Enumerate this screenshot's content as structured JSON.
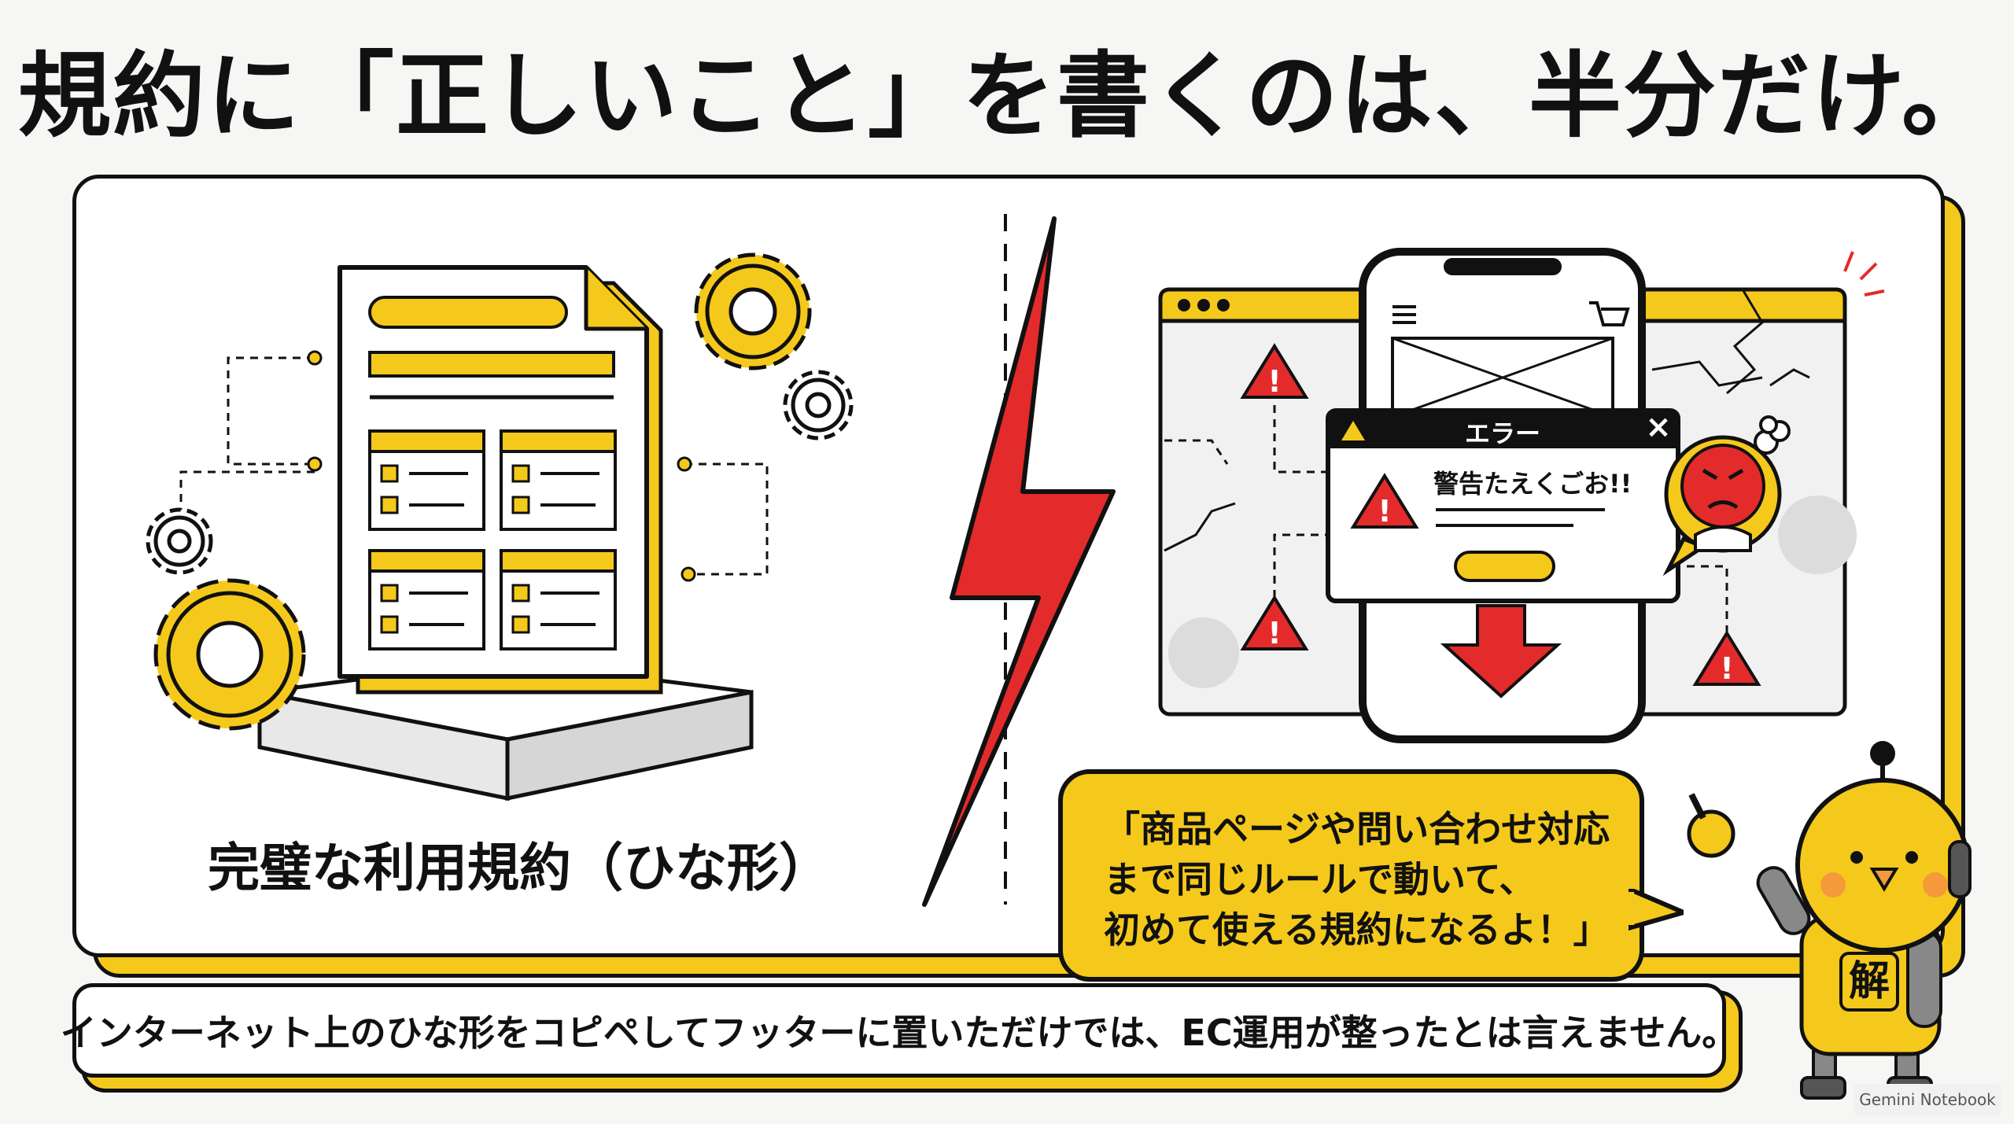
{
  "title": "規約に「正しいこと」を書くのは、半分だけ。",
  "left": {
    "caption": "完璧な利用規約（ひな形）"
  },
  "right": {
    "error_dialog": {
      "title": "エラー",
      "message": "警告たえくごお!!",
      "close": "×"
    }
  },
  "bubble": {
    "lines": [
      "「商品ページや問い合わせ対応",
      "まで同じルールで動いて、",
      "初めて使える規約になるよ！」"
    ]
  },
  "mascot": {
    "badge": "解"
  },
  "bottom_text": "インターネット上のひな形をコピペしてフッターに置いただけでは、EC運用が整ったとは言えません。",
  "watermark": "Gemini Notebook",
  "colors": {
    "accent": "#f5c91c",
    "danger": "#e32b2b",
    "ink": "#111111"
  }
}
